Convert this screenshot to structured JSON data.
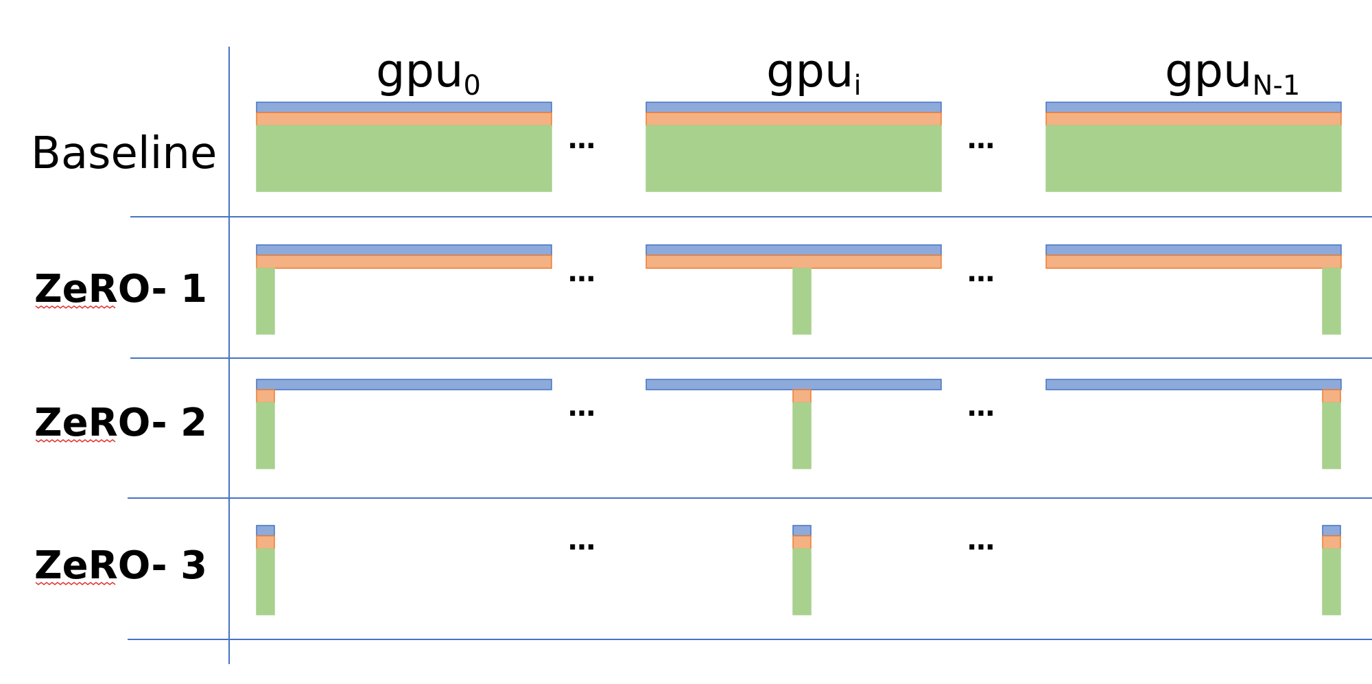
{
  "columns": [
    {
      "base": "gpu",
      "sub": "0"
    },
    {
      "base": "gpu",
      "sub": "i"
    },
    {
      "base": "gpu",
      "sub": "N-1"
    }
  ],
  "rows": [
    {
      "label": "Baseline"
    },
    {
      "label": "ZeRO- 1"
    },
    {
      "label": "ZeRO- 2"
    },
    {
      "label": "ZeRO- 3"
    }
  ],
  "ellipsis": "…",
  "colors": {
    "params": "#8eaadb",
    "params_edge": "#4472c4",
    "grads": "#f4b183",
    "grads_edge": "#ed7d31",
    "optimizer": "#a9d18e",
    "grid_line": "#4472c4",
    "squiggle": "#e03030"
  },
  "partitioning": [
    {
      "params": "full",
      "gradients": "full",
      "optimizer_states": "full"
    },
    {
      "params": "full",
      "gradients": "full",
      "optimizer_states": "partitioned"
    },
    {
      "params": "full",
      "gradients": "partitioned",
      "optimizer_states": "partitioned"
    },
    {
      "params": "partitioned",
      "gradients": "partitioned",
      "optimizer_states": "partitioned"
    }
  ]
}
